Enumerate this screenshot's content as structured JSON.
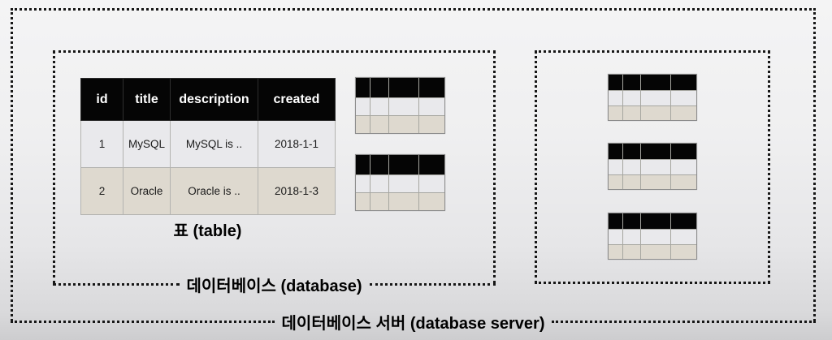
{
  "labels": {
    "table_caption": "표 (table)",
    "database": "데이터베이스 (database)",
    "database_server": "데이터베이스 서버 (database server)"
  },
  "main_table": {
    "columns": [
      "id",
      "title",
      "description",
      "created"
    ],
    "rows": [
      [
        "1",
        "MySQL",
        "MySQL is ..",
        "2018-1-1"
      ],
      [
        "2",
        "Oracle",
        "Oracle is ..",
        "2018-1-3"
      ]
    ]
  },
  "mini_tables": {
    "description": "schematic tables with black header row and two data rows",
    "columns": 4,
    "rows": 3,
    "database_box_count": 2,
    "server_box_count": 3
  },
  "colors": {
    "header_bg": "#050505",
    "row_light": "#e9e9ec",
    "row_beige": "#ded9cf",
    "dot_border": "#161616"
  }
}
